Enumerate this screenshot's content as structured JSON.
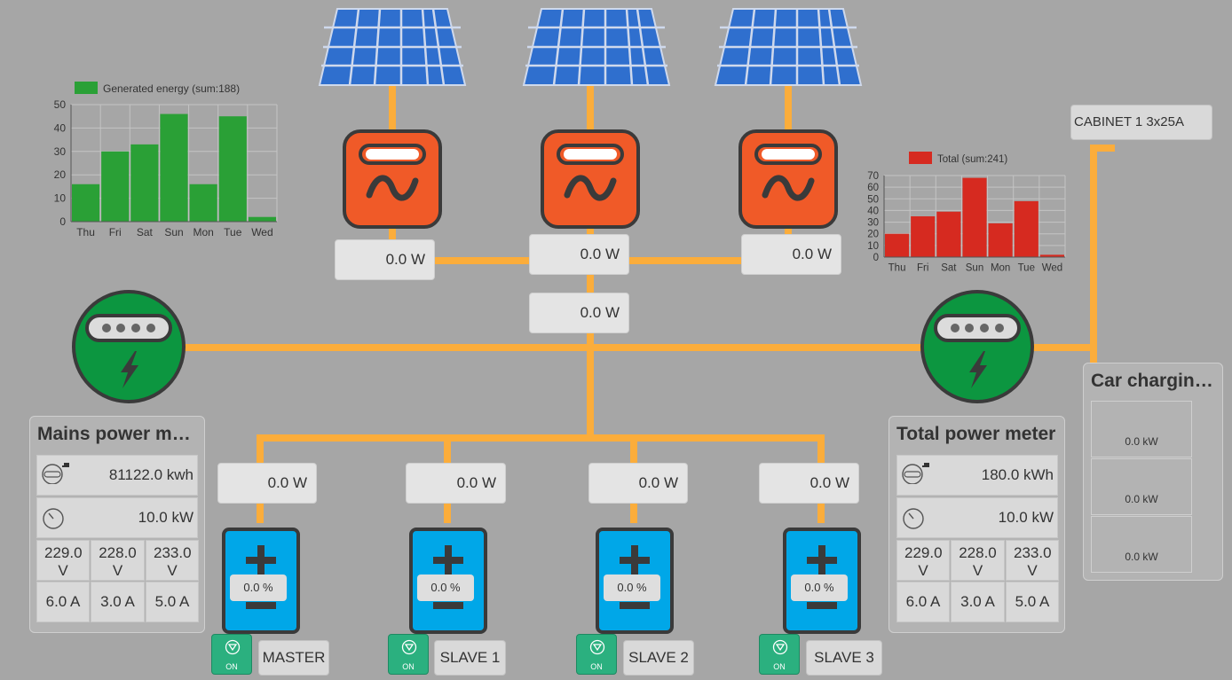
{
  "colors": {
    "wire": "#fbad3b",
    "inverter": "#f05a28",
    "meter": "#0c9640",
    "battery": "#00a7e8",
    "on_button": "#2bb07f",
    "generated_bar": "#2aa036",
    "total_bar": "#d62a20"
  },
  "solar": {
    "inverter_readings": [
      "0.0 W",
      "0.0 W",
      "0.0 W"
    ],
    "combined_reading": "0.0 W"
  },
  "cabinet": {
    "label": "CABINET 1 3x25A"
  },
  "mains_meter": {
    "title": "Mains power me…",
    "energy": "81122.0 kwh",
    "power": "10.0 kW",
    "voltages": [
      "229.0 V",
      "228.0 V",
      "233.0 V"
    ],
    "currents": [
      "6.0 A",
      "3.0 A",
      "5.0 A"
    ]
  },
  "total_meter": {
    "title": "Total power meter",
    "energy": "180.0 kWh",
    "power": "10.0 kW",
    "voltages": [
      "229.0 V",
      "228.0 V",
      "233.0 V"
    ],
    "currents": [
      "6.0 A",
      "3.0 A",
      "5.0 A"
    ]
  },
  "car_charging": {
    "title": "Car charging…",
    "rows": [
      "0.0 kW",
      "0.0 kW",
      "0.0 kW"
    ]
  },
  "batteries": [
    {
      "power": "0.0 W",
      "soc": "0.0 %",
      "on_label": "ON",
      "name": "MASTER"
    },
    {
      "power": "0.0 W",
      "soc": "0.0 %",
      "on_label": "ON",
      "name": "SLAVE 1"
    },
    {
      "power": "0.0 W",
      "soc": "0.0 %",
      "on_label": "ON",
      "name": "SLAVE 2"
    },
    {
      "power": "0.0 W",
      "soc": "0.0 %",
      "on_label": "ON",
      "name": "SLAVE 3"
    }
  ],
  "chart_data": [
    {
      "type": "bar",
      "categories": [
        "Thu",
        "Fri",
        "Sat",
        "Sun",
        "Mon",
        "Tue",
        "Wed"
      ],
      "series": [
        {
          "name": "Generated energy (sum:188)",
          "values": [
            16,
            30,
            33,
            46,
            16,
            45,
            2
          ]
        }
      ],
      "ylim": [
        0,
        50
      ],
      "yticks": [
        "0",
        "10",
        "20",
        "30",
        "40",
        "50"
      ],
      "grid": true,
      "legend": "top"
    },
    {
      "type": "bar",
      "categories": [
        "Thu",
        "Fri",
        "Sat",
        "Sun",
        "Mon",
        "Tue",
        "Wed"
      ],
      "series": [
        {
          "name": "Total (sum:241)",
          "values": [
            20,
            35,
            39,
            68,
            29,
            48,
            2
          ]
        }
      ],
      "ylim": [
        0,
        70
      ],
      "yticks": [
        "0",
        "10",
        "20",
        "30",
        "40",
        "50",
        "60",
        "70"
      ],
      "grid": true,
      "legend": "top"
    }
  ]
}
